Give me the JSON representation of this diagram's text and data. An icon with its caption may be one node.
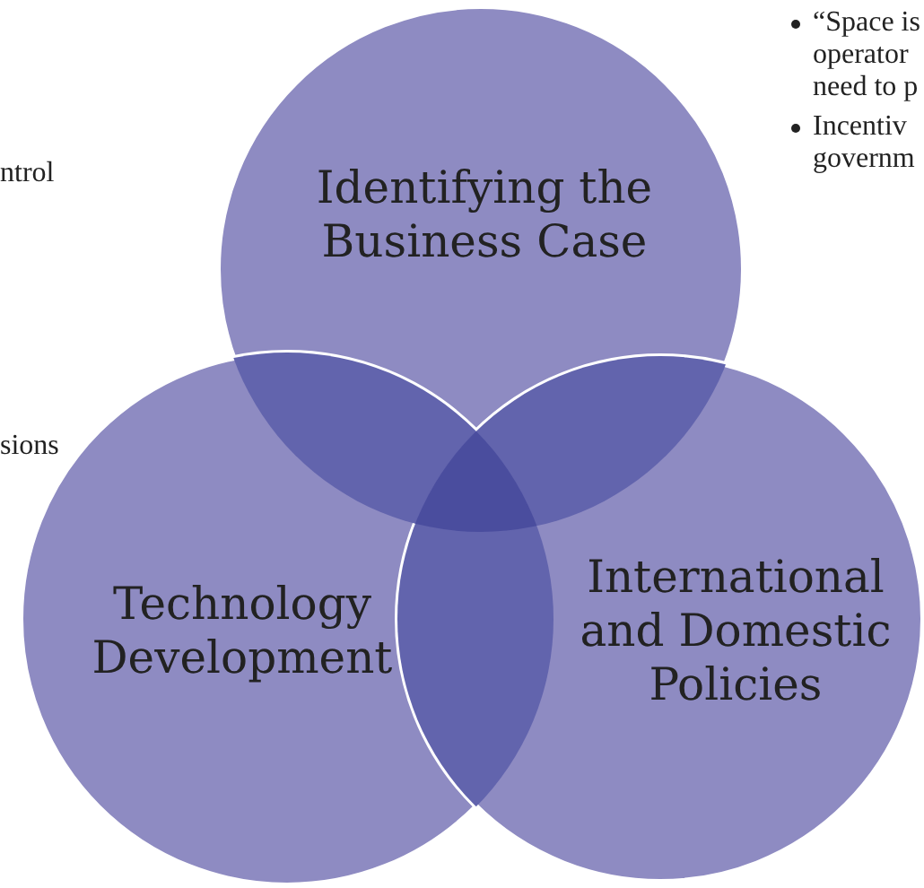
{
  "diagram": {
    "nodes": [
      {
        "text": [
          "Identifying the Business Case"
        ]
      },
      {
        "text": [
          "Technology Development"
        ]
      },
      {
        "text": [
          "International and Domestic Policies"
        ]
      }
    ],
    "labels": [
      "ntrol",
      "sions",
      "“Space is operator need to p",
      "Incentiv governm"
    ]
  }
}
